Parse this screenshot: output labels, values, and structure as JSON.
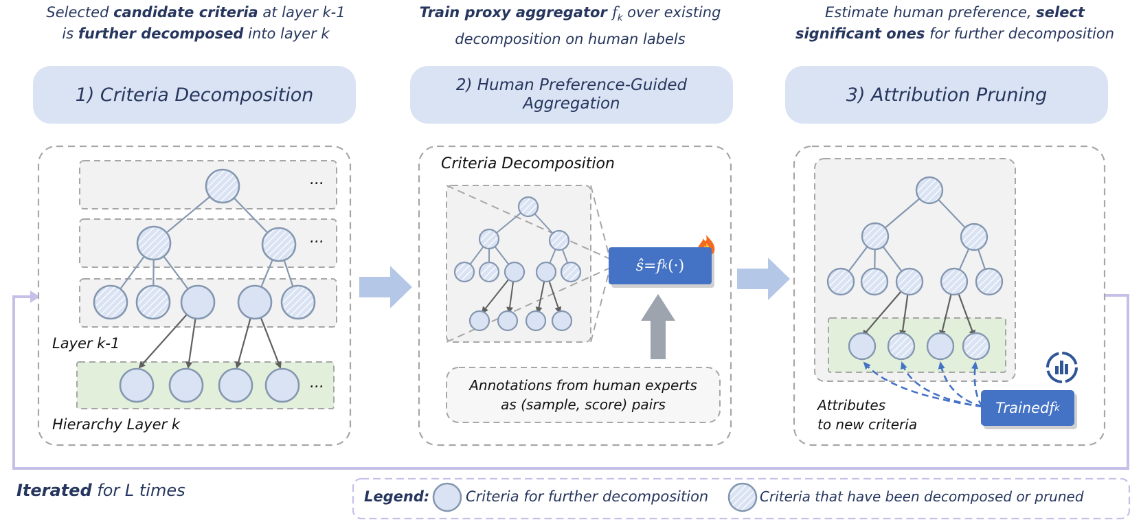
{
  "captions": {
    "step1": {
      "p1": "Selected ",
      "b1": "candidate criteria",
      "p2": " at layer k-1",
      "p3": "is ",
      "b2": "further decomposed",
      "p4": " into layer k"
    },
    "step2": {
      "b1": "Train proxy aggregator ",
      "fk": "f",
      "sub": "k",
      "p1": " over existing",
      "p2": "decomposition on human labels"
    },
    "step3": {
      "p1": "Estimate human preference, ",
      "b1": "select",
      "b2": "significant ones",
      "p2": " for further decomposition"
    }
  },
  "headers": {
    "step1": "1) Criteria Decomposition",
    "step2_line1": "2) Human Preference-Guided",
    "step2_line2": "Aggregation",
    "step3": "3) Attribution Pruning"
  },
  "panel1": {
    "ellipsis": "...",
    "layer_prev": "Layer k-1",
    "layer_curr": "Hierarchy Layer k"
  },
  "panel2": {
    "title": "Criteria Decomposition",
    "formula_lhs": "ŝ",
    "formula_eq": " = ",
    "formula_f": "f",
    "formula_sub": "k",
    "formula_args": "(·)",
    "annot_line1": "Annotations from human experts",
    "annot_line2": "as (sample, score) pairs"
  },
  "panel3": {
    "attr_line1": "Attributes",
    "attr_line2": "to new criteria",
    "trained_label": "Trained ",
    "trained_f": "f",
    "trained_sub": "k"
  },
  "footer": {
    "iter_bold": "Iterated",
    "iter_rest": " for L times"
  },
  "legend": {
    "title": "Legend:",
    "item1": "Criteria for further decomposition",
    "item2": "Criteria that have been decomposed or pruned"
  },
  "colors": {
    "node_fill": "#dae3f3",
    "node_stroke": "#8497b0",
    "header_fill": "#dae3f3",
    "green_fill": "#e2efda",
    "button_fill": "#4472c4",
    "arrow_light": "#b4c7e7",
    "arrow_gray": "#9da4ad",
    "loop_line": "#c5c0e8",
    "dashed_blue": "#4472c4",
    "dark_text": "#26365e"
  },
  "icons": {
    "fire": "fire-icon",
    "chart": "chart-badge-icon"
  }
}
